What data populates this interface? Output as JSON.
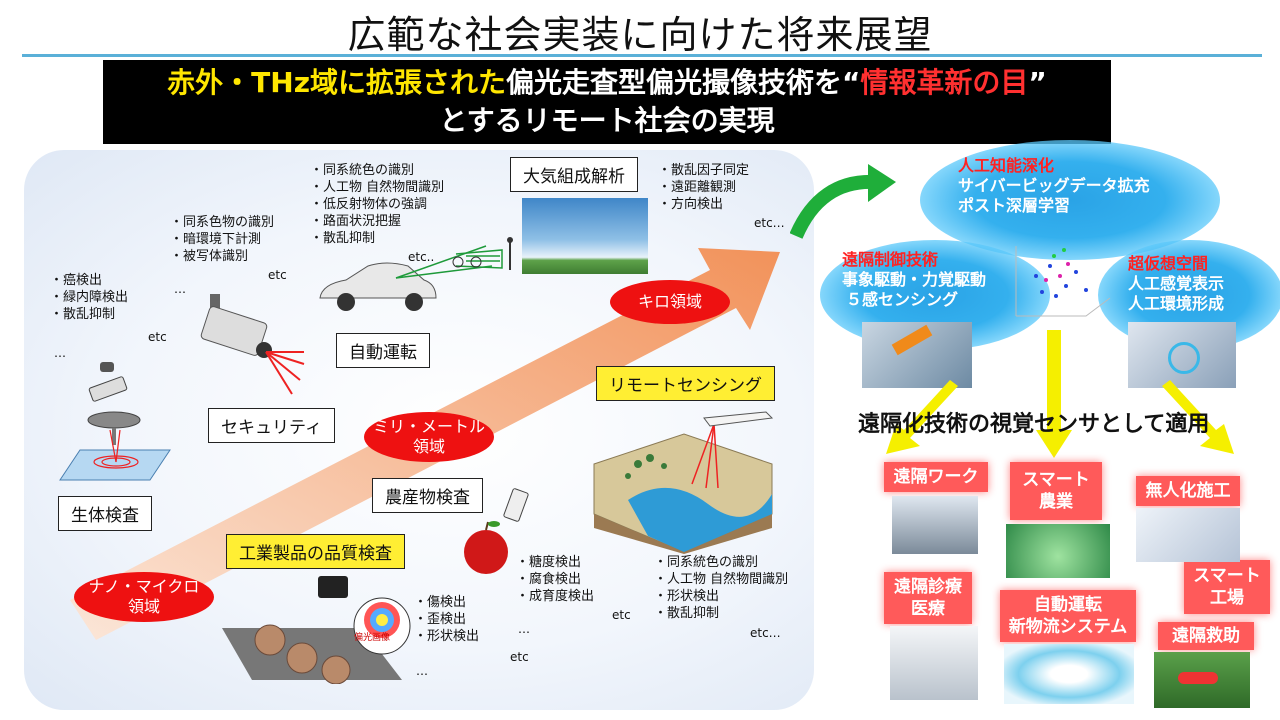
{
  "title": "広範な社会実装に向けた将来展望",
  "banner": {
    "line1_a": "赤外・THz域に拡張された",
    "line1_b": "偏光走査型偏光撮像技術を“",
    "line1_c": "情報革新の目",
    "line1_d": "”",
    "line2": "とするリモート社会の実現"
  },
  "domains": {
    "nano": "ナノ・マイクロ\n領域",
    "milli": "ミリ・メートル\n領域",
    "kilo": "キロ領域"
  },
  "labels": {
    "bio": "生体検査",
    "security": "セキュリティ",
    "auto": "自動運転",
    "atmos": "大気組成解析",
    "agri": "農産物検査",
    "remote": "リモートセンシング",
    "industry": "工業製品の品質検査"
  },
  "lists": {
    "bio": [
      "・癌検出",
      "・緑内障検出",
      "・散乱抑制"
    ],
    "security": [
      "・同系色物の識別",
      "・暗環境下計測",
      "・被写体識別"
    ],
    "auto": [
      "・同系統色の識別",
      "・人工物 自然物間識別",
      "・低反射物体の強調",
      "・路面状況把握",
      "・散乱抑制"
    ],
    "atmos": [
      "・散乱因子同定",
      "・遠距離観測",
      "・方向検出"
    ],
    "agri": [
      "・糖度検出",
      "・腐食検出",
      "・成育度検出"
    ],
    "remote": [
      "・同系統色の識別",
      "・人工物 自然物間識別",
      "・形状検出",
      "・散乱抑制"
    ],
    "industry": [
      "・傷検出",
      "・歪検出",
      "・形状検出"
    ]
  },
  "etc": "etc",
  "etc_dots": "etc…",
  "etc_short": "etc..",
  "ellipsis": "…",
  "polar_image_label": "偏光画像",
  "clouds": {
    "ai_head": "人工知能深化",
    "ai_body": [
      "サイバービッグデータ拡充",
      "ポスト深層学習"
    ],
    "remote_head": "遠隔制御技術",
    "remote_body": [
      "事象駆動・力覚駆動",
      "５感センシング"
    ],
    "virtual_head": "超仮想空間",
    "virtual_body": [
      "人工感覚表示",
      "人工環境形成"
    ]
  },
  "apply_text": "遠隔化技術の視覚センサとして適用",
  "apps": {
    "remote_work": "遠隔ワーク",
    "smart_agri": "スマート\n農業",
    "unmanned": "無人化施工",
    "smart_factory": "スマート\n工場",
    "remote_medical": "遠隔診療\n医療",
    "auto_logistics": "自動運転\n新物流システム",
    "rescue": "遠隔救助"
  },
  "colors": {
    "highlight_yellow": "#ffe600",
    "highlight_red": "#ff3030",
    "ellipse_red": "#ee1111",
    "app_box": "#ff5a5a",
    "arrow_orange": "#f4a36a",
    "arrow_green": "#1fae3a",
    "arrow_yellow": "#f5ef00"
  }
}
